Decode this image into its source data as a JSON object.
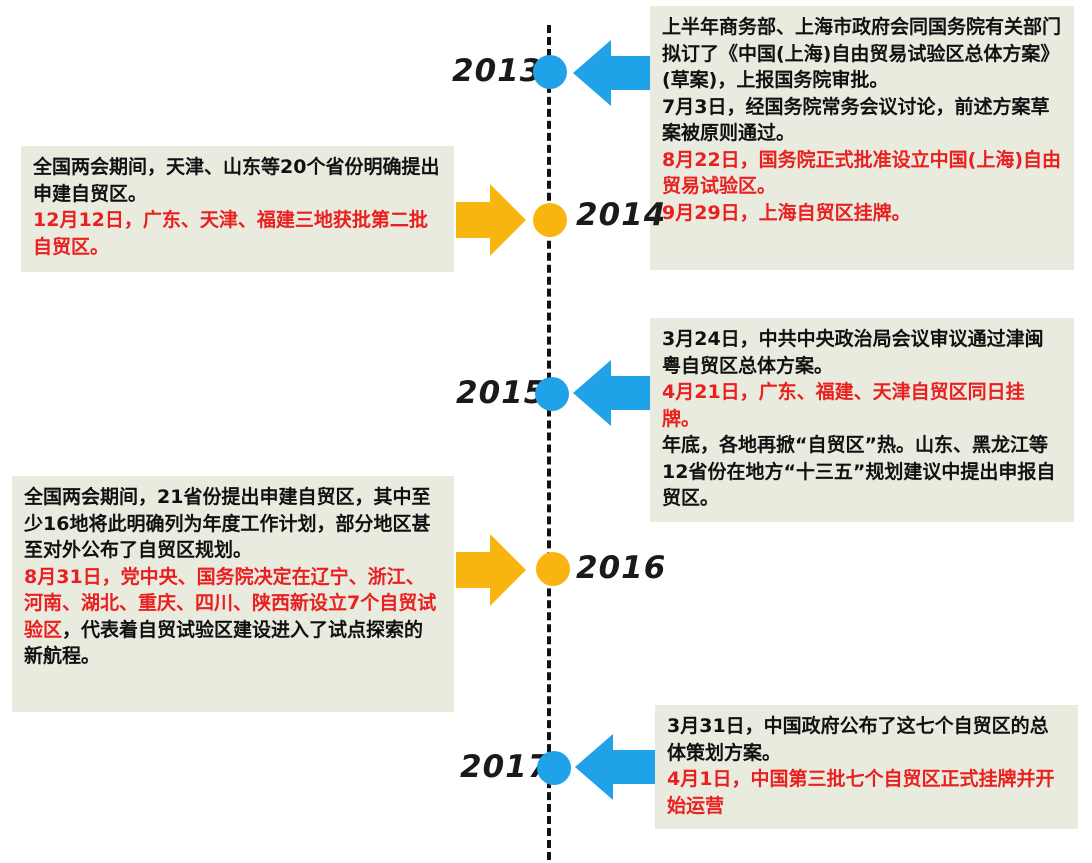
{
  "colors": {
    "blue": "#1fa2e8",
    "gold": "#f9b50f",
    "red_text": "#ea1f1f",
    "box_bg": "#e9ebdf"
  },
  "years": [
    "2013",
    "2014",
    "2015",
    "2016",
    "2017"
  ],
  "events": {
    "e2013": {
      "p1": "上半年商务部、上海市政府会同国务院有关部门拟订了《中国(上海)自由贸易试验区总体方案》(草案)，上报国务院审批。",
      "p2": "7月3日，经国务院常务会议讨论，前述方案草案被原则通过。",
      "p3": "8月22日，国务院正式批准设立中国(上海)自由贸易试验区。",
      "p4": "9月29日，上海自贸区挂牌。"
    },
    "e2014": {
      "p1": "全国两会期间，天津、山东等20个省份明确提出申建自贸区。",
      "p2": "12月12日，广东、天津、福建三地获批第二批自贸区。"
    },
    "e2015": {
      "p1": "3月24日，中共中央政治局会议审议通过津闽粤自贸区总体方案。",
      "p2": "4月21日，广东、福建、天津自贸区同日挂牌。",
      "p3": "年底，各地再掀“自贸区”热。山东、黑龙江等12省份在地方“十三五”规划建议中提出申报自贸区。"
    },
    "e2016": {
      "p1": "全国两会期间，21省份提出申建自贸区，其中至少16地将此明确列为年度工作计划，部分地区甚至对外公布了自贸区规划。",
      "p2_red": "8月31日，党中央、国务院决定在辽宁、浙江、河南、湖北、重庆、四川、陕西新设立7个自贸试验区",
      "p2_rest": "，代表着自贸试验区建设进入了试点探索的新航程。"
    },
    "e2017": {
      "p1": "3月31日，中国政府公布了这七个自贸区的总体策划方案。",
      "p2": "4月1日，中国第三批七个自贸区正式挂牌并开始运营"
    }
  }
}
